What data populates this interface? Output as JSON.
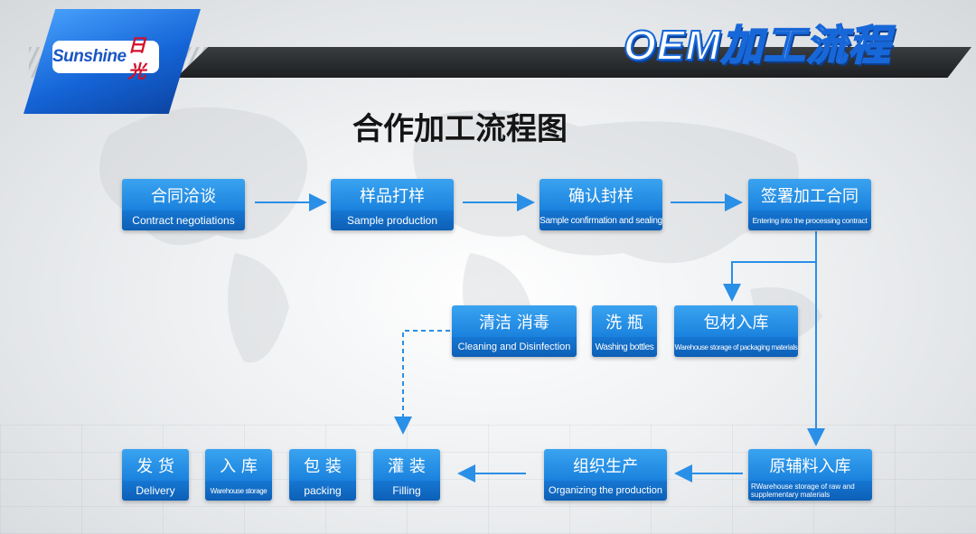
{
  "brand": {
    "logo_en": "Sunshine",
    "logo_cn": "日光"
  },
  "header": {
    "title": "OEM加工流程"
  },
  "diagram": {
    "title": "合作加工流程图",
    "nodes": [
      {
        "id": "contract",
        "cn": "合同洽谈",
        "en": "Contract negotiations"
      },
      {
        "id": "sample",
        "cn": "样品打样",
        "en": "Sample production"
      },
      {
        "id": "confirm",
        "cn": "确认封样",
        "en": "Sample confirmation and sealing"
      },
      {
        "id": "sign",
        "cn": "签署加工合同",
        "en": "Entering into the processing contract"
      },
      {
        "id": "packaging-store",
        "cn": "包材入库",
        "en": "Warehouse storage of packaging materials"
      },
      {
        "id": "wash",
        "cn": "洗  瓶",
        "en": "Washing bottles"
      },
      {
        "id": "clean",
        "cn": "清洁 消毒",
        "en": "Cleaning and Disinfection"
      },
      {
        "id": "raw-store",
        "cn": "原辅料入库",
        "en": "RWarehouse storage of raw and supplementary materials"
      },
      {
        "id": "organize",
        "cn": "组织生产",
        "en": "Organizing the production"
      },
      {
        "id": "filling",
        "cn": "灌  装",
        "en": "Filling"
      },
      {
        "id": "packing",
        "cn": "包  装",
        "en": "packing"
      },
      {
        "id": "warehouse",
        "cn": "入  库",
        "en": "Warehouse storage"
      },
      {
        "id": "delivery",
        "cn": "发  货",
        "en": "Delivery"
      }
    ]
  },
  "colors": {
    "accent": "#1a82dd",
    "dark_bar": "#1d1f21",
    "arrow": "#2a8fe6"
  }
}
